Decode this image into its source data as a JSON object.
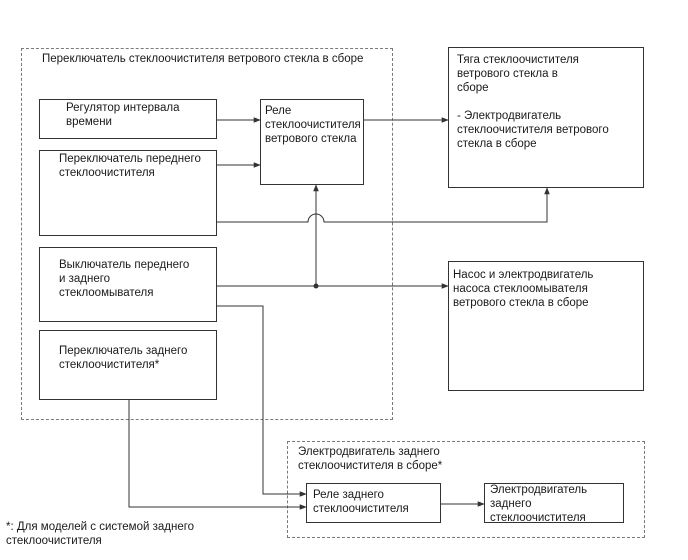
{
  "frames": {
    "wiper_switch_assembly": "Переключатель стеклоочистителя ветрового стекла в сборе",
    "rear_wiper_motor_assembly": "Электродвигатель заднего\nстеклоочистителя в сборе*"
  },
  "blocks": {
    "interval_regulator": "Регулятор интервала\nвремени",
    "front_wiper_switch": "Переключатель переднего\nстеклоочистителя",
    "washer_switch": "Выключатель переднего\nи заднего\nстеклоомывателя",
    "rear_wiper_switch": "Переключатель заднего\nстеклоочистителя*",
    "windshield_wiper_relay": "Реле\nстеклоочистителя\nветрового стекла",
    "wiper_linkage": "Тяга стеклоочистителя\nветрового стекла в\nсборе\n\n- Электродвигатель\nстеклоочистителя ветрового\nстекла в сборе",
    "washer_pump_motor": "Насос и электродвигатель\nнасоса стеклоомывателя\nветрового стекла в сборе",
    "rear_wiper_relay": "Реле заднего\nстеклоочистителя",
    "rear_wiper_motor": "Электродвигатель\nзаднего\nстеклоочистителя"
  },
  "footnote": "*: Для моделей с системой заднего\nстеклоочистителя",
  "colors": {
    "line": "#333333",
    "frame": "#7a7a7a"
  }
}
